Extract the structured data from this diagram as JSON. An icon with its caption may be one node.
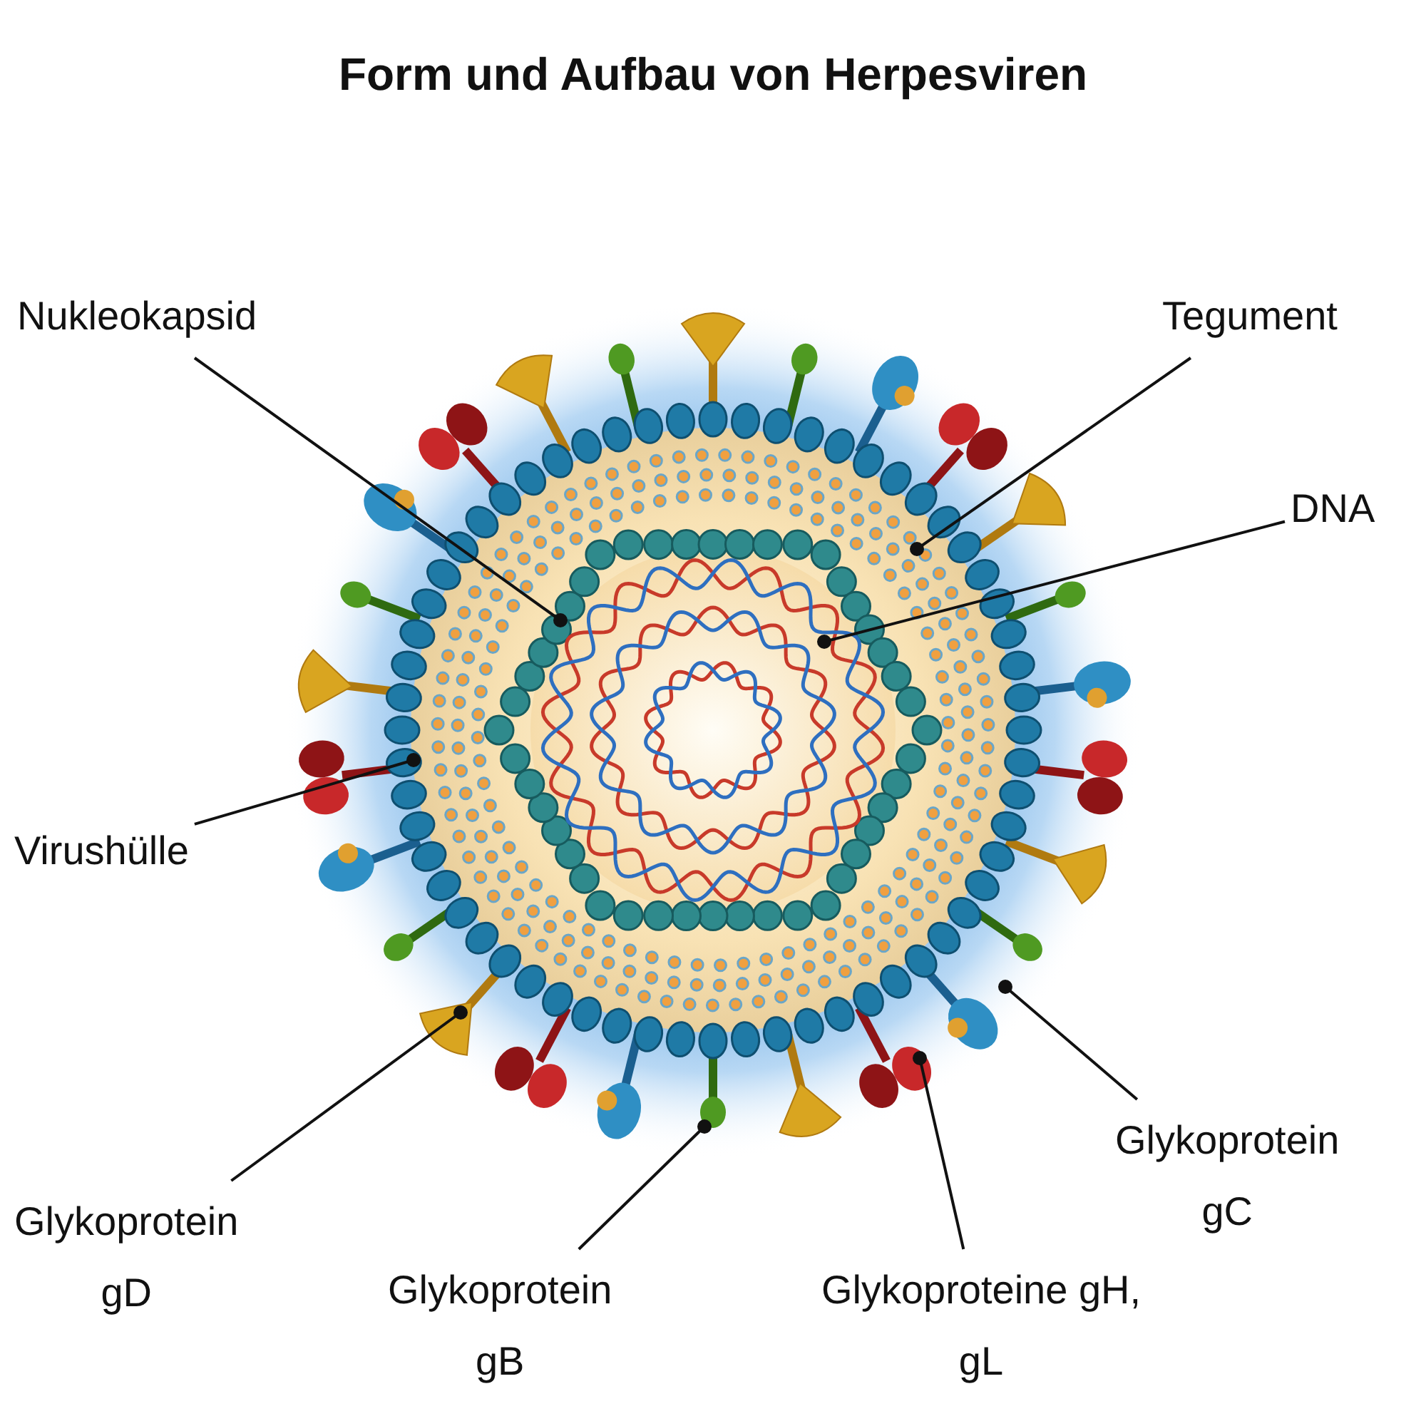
{
  "diagram": {
    "title": "Form und Aufbau von Herpesviren",
    "nodes": [
      {
        "text": [
          "Nukleokapsid"
        ]
      },
      {
        "text": [
          "Tegument"
        ]
      },
      {
        "text": [
          "DNA"
        ]
      },
      {
        "text": [
          "Virushülle"
        ]
      },
      {
        "text": [
          "Glykoprotein gD"
        ]
      },
      {
        "text": [
          "Glykoprotein gB"
        ]
      },
      {
        "text": [
          "Glykoproteine gH, gL"
        ]
      },
      {
        "text": [
          "Glykoprotein gC"
        ]
      }
    ],
    "edges": [
      {
        "from": 0,
        "to": null,
        "arrow": "other"
      },
      {
        "from": 1,
        "to": null,
        "arrow": "other"
      },
      {
        "from": 2,
        "to": null,
        "arrow": "other"
      },
      {
        "from": 3,
        "to": null,
        "arrow": "other"
      },
      {
        "from": 4,
        "to": null,
        "arrow": "other"
      },
      {
        "from": 5,
        "to": null,
        "arrow": "other"
      },
      {
        "from": 6,
        "to": null,
        "arrow": "other"
      },
      {
        "from": 7,
        "to": null,
        "arrow": "other"
      }
    ]
  }
}
